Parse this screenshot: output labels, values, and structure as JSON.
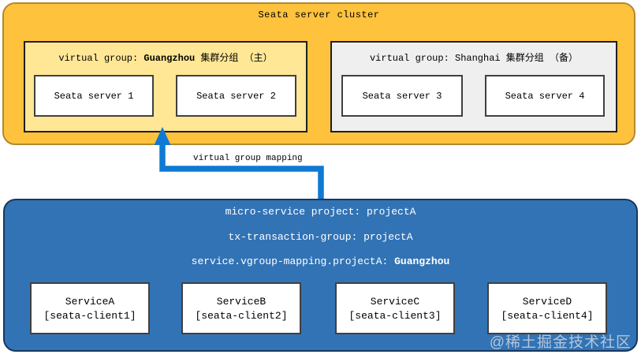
{
  "cluster": {
    "title": "Seata server cluster",
    "groups": [
      {
        "label_prefix": "virtual group: ",
        "label_name": "Guangzhou",
        "label_suffix": " 集群分组 （主）",
        "servers": [
          "Seata server 1",
          "Seata server 2"
        ]
      },
      {
        "label_prefix": "virtual group: ",
        "label_name": "Shanghai",
        "label_suffix": " 集群分组 （备）",
        "servers": [
          "Seata server 3",
          "Seata server 4"
        ]
      }
    ]
  },
  "arrow": {
    "label": "virtual group mapping"
  },
  "client_box": {
    "line1": "micro-service project: projectA",
    "line2": "tx-transaction-group: projectA",
    "line3_prefix": "service.vgroup-mapping.projectA: ",
    "line3_bold": "Guangzhou",
    "services": [
      {
        "name": "ServiceA",
        "client": "[seata-client1]"
      },
      {
        "name": "ServiceB",
        "client": "[seata-client2]"
      },
      {
        "name": "ServiceC",
        "client": "[seata-client3]"
      },
      {
        "name": "ServiceD",
        "client": "[seata-client4]"
      }
    ]
  },
  "watermark": "@稀土掘金技术社区",
  "colors": {
    "cluster_fill": "#FEC23D",
    "cluster_border": "#B3892F",
    "group_main_fill": "#FFE795",
    "group_backup_fill": "#EFEFEF",
    "client_fill": "#3273B5",
    "arrow_color": "#0E7AD3"
  }
}
